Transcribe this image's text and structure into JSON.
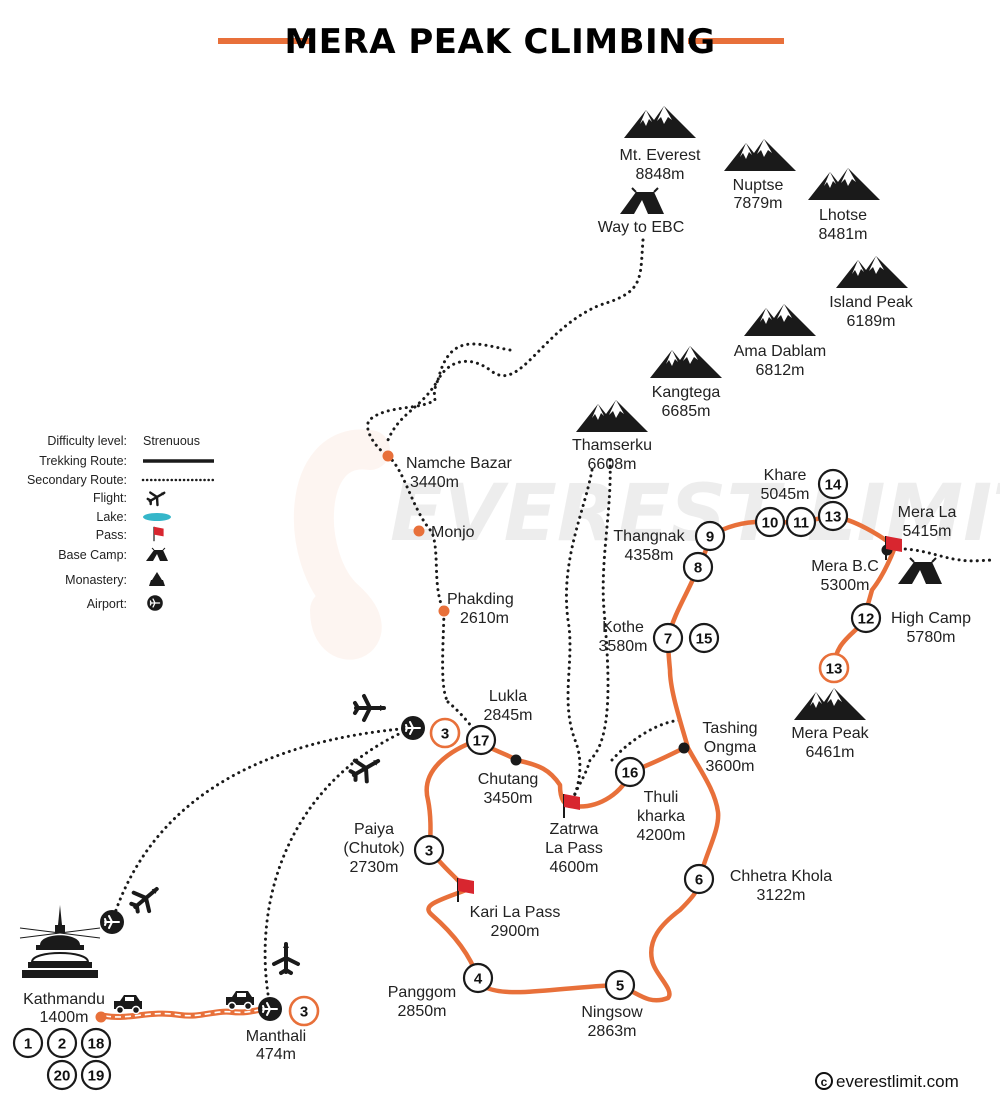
{
  "title": "MERA PEAK CLIMBING",
  "colors": {
    "route": "#e8703a",
    "accent": "#e8703a",
    "pass": "#d8262f",
    "lake": "#35b6c9",
    "ink": "#1a1a1a"
  },
  "watermark": "EVEREST LIMIT",
  "copyright": "everestlimit.com",
  "legend": [
    {
      "label": "Difficulty level:",
      "value": "Strenuous",
      "symbol": "text"
    },
    {
      "label": "Trekking Route:",
      "symbol": "solid-line"
    },
    {
      "label": "Secondary Route:",
      "symbol": "dotted-line"
    },
    {
      "label": "Flight:",
      "symbol": "airplane-icon"
    },
    {
      "label": "Lake:",
      "symbol": "lake-icon"
    },
    {
      "label": "Pass:",
      "symbol": "flag-icon"
    },
    {
      "label": "Base Camp:",
      "symbol": "tent-icon"
    },
    {
      "label": "Monastery:",
      "symbol": "monastery-icon"
    },
    {
      "label": "Airport:",
      "symbol": "airport-icon"
    }
  ],
  "peaks": [
    {
      "name": "Mt. Everest",
      "elevation": "8848m"
    },
    {
      "name": "Nuptse",
      "elevation": "7879m"
    },
    {
      "name": "Lhotse",
      "elevation": "8481m"
    },
    {
      "name": "Island Peak",
      "elevation": "6189m"
    },
    {
      "name": "Ama Dablam",
      "elevation": "6812m"
    },
    {
      "name": "Kangtega",
      "elevation": "6685m"
    },
    {
      "name": "Thamserku",
      "elevation": "6608m"
    },
    {
      "name": "Mera Peak",
      "elevation": "6461m"
    }
  ],
  "places": {
    "ebc": {
      "name": "Way to EBC"
    },
    "namche": {
      "name": "Namche Bazar",
      "elevation": "3440m"
    },
    "monjo": {
      "name": "Monjo"
    },
    "phakding": {
      "name": "Phakding",
      "elevation": "2610m"
    },
    "lukla": {
      "name": "Lukla",
      "elevation": "2845m"
    },
    "chutang": {
      "name": "Chutang",
      "elevation": "3450m"
    },
    "zatrwa": {
      "name": "Zatrwa",
      "name2": "La Pass",
      "elevation": "4600m"
    },
    "thuli": {
      "name": "Thuli",
      "name2": "kharka",
      "elevation": "4200m"
    },
    "tashing": {
      "name": "Tashing",
      "name2": "Ongma",
      "elevation": "3600m"
    },
    "kothe": {
      "name": "Kothe",
      "elevation": "3580m"
    },
    "thangnak": {
      "name": "Thangnak",
      "elevation": "4358m"
    },
    "khare": {
      "name": "Khare",
      "elevation": "5045m"
    },
    "merala": {
      "name": "Mera La",
      "elevation": "5415m"
    },
    "merabc": {
      "name": "Mera B.C",
      "elevation": "5300m"
    },
    "highcamp": {
      "name": "High Camp",
      "elevation": "5780m"
    },
    "paiya": {
      "name": "Paiya",
      "name2": "(Chutok)",
      "elevation": "2730m"
    },
    "karila": {
      "name": "Kari La Pass",
      "elevation": "2900m"
    },
    "panggom": {
      "name": "Panggom",
      "elevation": "2850m"
    },
    "ningsow": {
      "name": "Ningsow",
      "elevation": "2863m"
    },
    "chhetra": {
      "name": "Chhetra Khola",
      "elevation": "3122m"
    },
    "kathmandu": {
      "name": "Kathmandu",
      "elevation": "1400m"
    },
    "manthali": {
      "name": "Manthali",
      "elevation": "474m"
    }
  },
  "day_markers": [
    {
      "day": "1",
      "place": "Kathmandu"
    },
    {
      "day": "2",
      "place": "Kathmandu"
    },
    {
      "day": "18",
      "place": "Kathmandu"
    },
    {
      "day": "20",
      "place": "Kathmandu"
    },
    {
      "day": "19",
      "place": "Kathmandu"
    },
    {
      "day": "3",
      "place": "Manthali",
      "style": "accent"
    },
    {
      "day": "3",
      "place": "Lukla airport",
      "style": "accent"
    },
    {
      "day": "17",
      "place": "Lukla"
    },
    {
      "day": "3",
      "place": "Paiya"
    },
    {
      "day": "4",
      "place": "Panggom"
    },
    {
      "day": "5",
      "place": "Ningsow"
    },
    {
      "day": "6",
      "place": "Chhetra Khola"
    },
    {
      "day": "7",
      "place": "Kothe"
    },
    {
      "day": "15",
      "place": "Kothe"
    },
    {
      "day": "8",
      "place": "Thangnak"
    },
    {
      "day": "9",
      "place": "Thangnak"
    },
    {
      "day": "10",
      "place": "Khare"
    },
    {
      "day": "11",
      "place": "Khare"
    },
    {
      "day": "14",
      "place": "Khare"
    },
    {
      "day": "13",
      "place": "Mera La"
    },
    {
      "day": "12",
      "place": "High Camp"
    },
    {
      "day": "13",
      "place": "Mera Peak",
      "style": "accent"
    },
    {
      "day": "16",
      "place": "Thuli kharka"
    }
  ]
}
